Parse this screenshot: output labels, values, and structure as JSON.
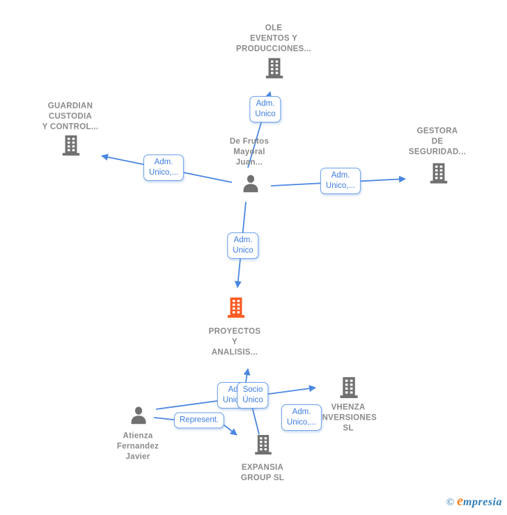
{
  "nodes": {
    "ole": {
      "label": "OLE\nEVENTOS Y\nPRODUCCIONES...",
      "type": "company"
    },
    "guardian": {
      "label": "GUARDIAN\nCUSTODIA\nY CONTROL...",
      "type": "company"
    },
    "gestora": {
      "label": "GESTORA\nDE\nSEGURIDAD...",
      "type": "company"
    },
    "de_frutos": {
      "label": "De Frutos\nMayoral\nJuan...",
      "type": "person"
    },
    "proyectos": {
      "label": "PROYECTOS\nY\nANALISIS...",
      "type": "company",
      "highlighted": true
    },
    "atienza": {
      "label": "Atienza\nFernandez\nJavier",
      "type": "person"
    },
    "vhenza": {
      "label": "VHENZA\nINVERSIONES\nSL",
      "type": "company"
    },
    "expansia": {
      "label": "EXPANSIA\nGROUP SL",
      "type": "company"
    }
  },
  "edge_labels": {
    "de_frutos_ole": "Adm.\nUnico",
    "de_frutos_guardian": "Adm.\nUnico,...",
    "de_frutos_gestora": "Adm.\nUnico,...",
    "de_frutos_proyectos": "Adm.\nUnico",
    "atienza_vhenza": "Adm.\nUnico,...",
    "expansia_proyectos": "Socio\nÚnico",
    "atienza_expansia": "Represent.",
    "vhenza_adm": "Adm.\nUnico,..."
  },
  "colors": {
    "edge_line": "#4a86e0",
    "edge_box_border": "#6ba0e8",
    "edge_box_text": "#3c7ce0",
    "node_icon_gray": "#707070",
    "node_label_gray": "#8a8a8a",
    "highlight_orange": "#fb5a22",
    "watermark_blue": "#2d7cb8",
    "watermark_orange": "#f58220"
  },
  "watermark": {
    "copyright": "©",
    "brand_initial": "e",
    "brand_rest": "mpresia"
  }
}
